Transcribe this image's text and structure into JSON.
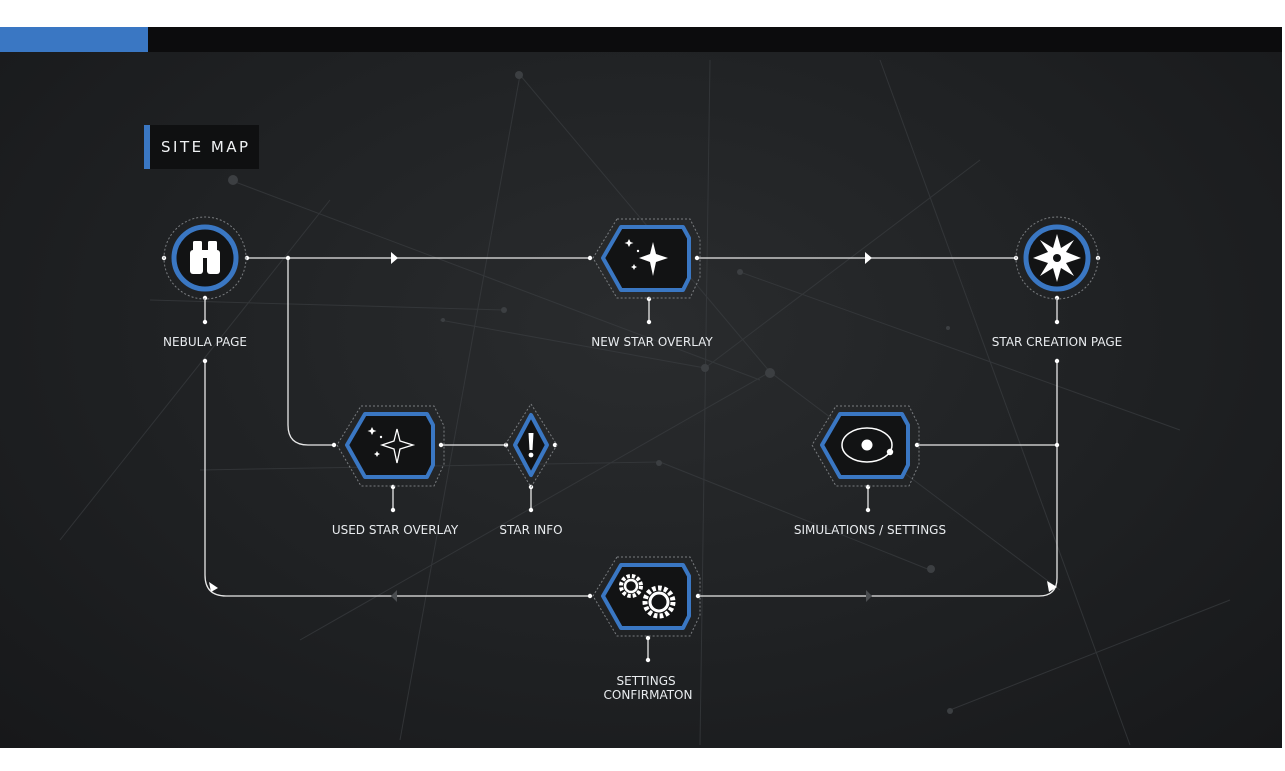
{
  "title": "SITE MAP",
  "colors": {
    "accent": "#3a77c3",
    "line": "#e8e8e8",
    "background": "#1f2123"
  },
  "nodes": [
    {
      "id": "nebula",
      "label": "NEBULA PAGE",
      "shape": "circle",
      "icon": "binoculars-icon"
    },
    {
      "id": "new-star",
      "label": "NEW STAR OVERLAY",
      "shape": "hexagon",
      "icon": "new-star-icon"
    },
    {
      "id": "star-creation",
      "label": "STAR CREATION PAGE",
      "shape": "circle",
      "icon": "starburst-icon"
    },
    {
      "id": "used-star",
      "label": "USED STAR OVERLAY",
      "shape": "hexagon",
      "icon": "used-star-icon"
    },
    {
      "id": "star-info",
      "label": "STAR INFO",
      "shape": "diamond",
      "icon": "exclamation-icon"
    },
    {
      "id": "simulations",
      "label": "SIMULATIONS / SETTINGS",
      "shape": "hexagon",
      "icon": "orbit-icon"
    },
    {
      "id": "settings-confirm",
      "label": [
        "SETTINGS",
        "CONFIRMATON"
      ],
      "shape": "hexagon",
      "icon": "gears-icon"
    }
  ],
  "edges": [
    {
      "from": "nebula",
      "to": "new-star",
      "arrow": true
    },
    {
      "from": "new-star",
      "to": "star-creation",
      "arrow": true
    },
    {
      "from": "nebula",
      "to": "used-star",
      "arrow": false
    },
    {
      "from": "used-star",
      "to": "star-info",
      "arrow": false
    },
    {
      "from": "star-creation",
      "to": "simulations",
      "arrow": false
    },
    {
      "from": "star-creation",
      "to": "settings-confirm",
      "arrow": true
    },
    {
      "from": "settings-confirm",
      "to": "nebula",
      "arrow": true
    }
  ]
}
